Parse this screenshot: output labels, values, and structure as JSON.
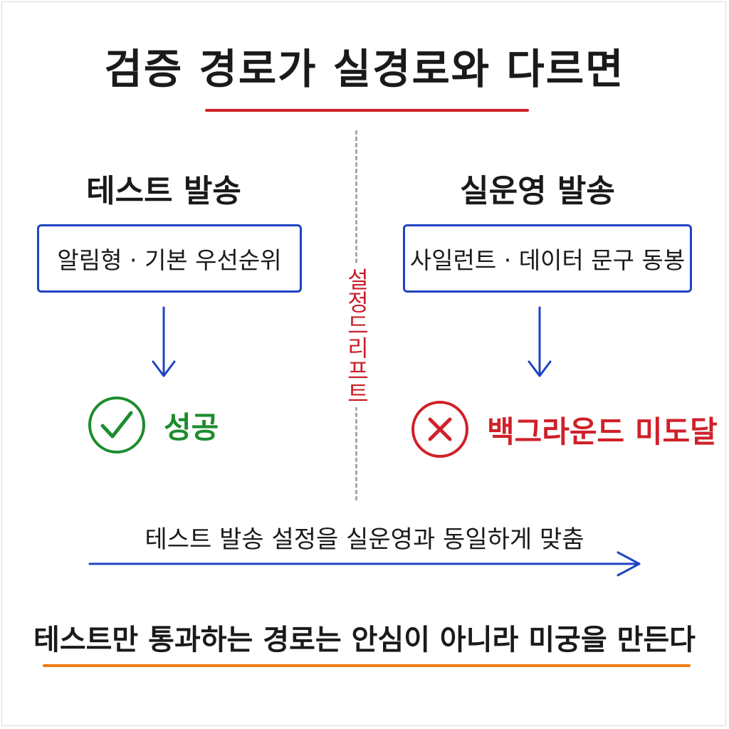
{
  "title": "검증 경로가 실경로와 다르면",
  "divider_label": "설정드리프트",
  "left": {
    "heading": "테스트 발송",
    "box_text": "알림형 · 기본 우선순위",
    "result_text": "성공",
    "result_icon": "check-circle-icon",
    "result_color": "#1d8c2e"
  },
  "right": {
    "heading": "실운영 발송",
    "box_text": "사일런트 · 데이터 문구 동봉",
    "result_text": "백그라운드 미도달",
    "result_icon": "x-circle-icon",
    "result_color": "#d0202a"
  },
  "fix": {
    "text": "테스트 발송 설정을 실운영과 동일하게 맞춤"
  },
  "conclusion": "테스트만 통과하는 경로는 안심이 아니라 미궁을 만든다",
  "colors": {
    "title_underline": "#d0202a",
    "box_border": "#1f44c2",
    "arrow": "#1f44c2",
    "drift_text": "#c8202a",
    "conclusion_underline": "#ef7a12"
  }
}
